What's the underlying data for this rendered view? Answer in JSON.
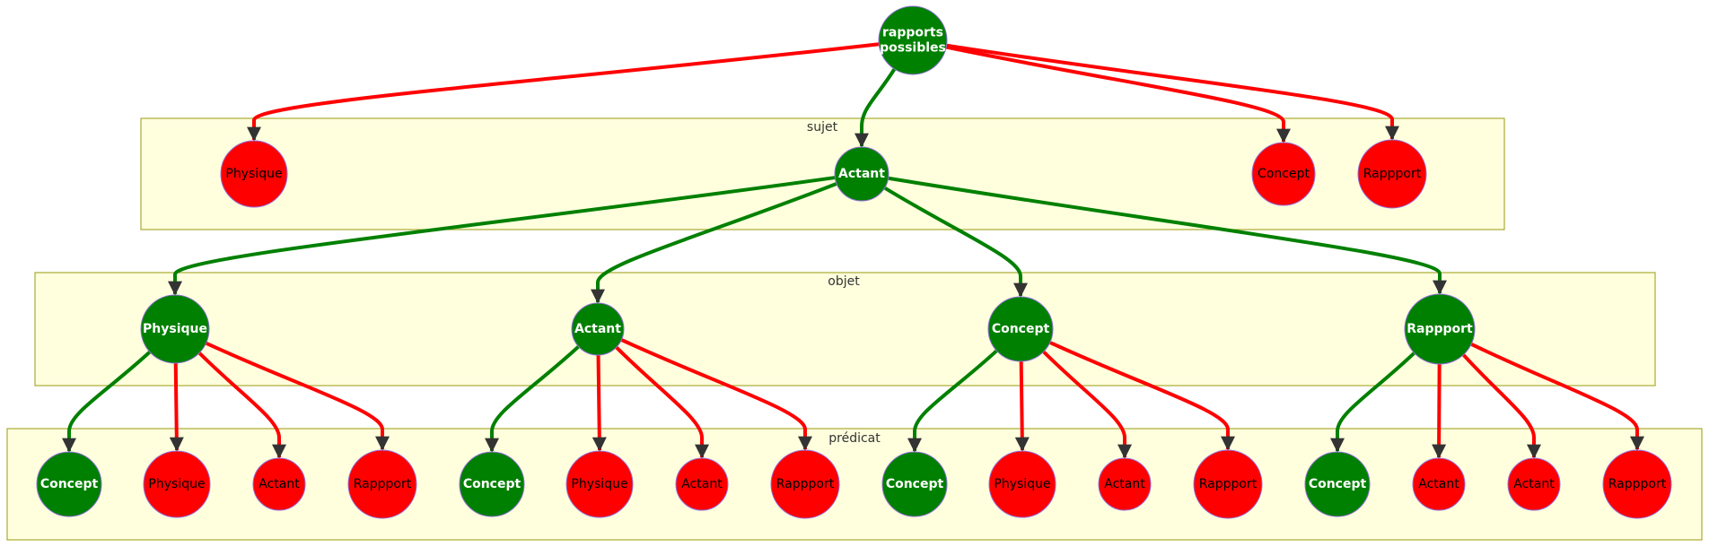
{
  "diagram": {
    "type": "flowchart-tree",
    "colors": {
      "valid": "#008000",
      "invalid": "#ff0000",
      "cluster_fill": "#ffffde",
      "cluster_border": "#aaaa33",
      "arrowhead": "#333333",
      "node_border": "#9370DB",
      "valid_text": "#ffffff",
      "invalid_text": "#000000"
    },
    "clusters": [
      {
        "id": "sujet",
        "label": "sujet"
      },
      {
        "id": "objet",
        "label": "objet"
      },
      {
        "id": "predicat",
        "label": "prédicat"
      }
    ],
    "nodes": [
      {
        "id": "root",
        "label_lines": [
          "rapports",
          "possibles"
        ],
        "status": "valid",
        "cluster": null
      },
      {
        "id": "s_physique",
        "label_lines": [
          "Physique"
        ],
        "status": "invalid",
        "cluster": "sujet"
      },
      {
        "id": "s_actant",
        "label_lines": [
          "Actant"
        ],
        "status": "valid",
        "cluster": "sujet"
      },
      {
        "id": "s_concept",
        "label_lines": [
          "Concept"
        ],
        "status": "invalid",
        "cluster": "sujet"
      },
      {
        "id": "s_rappport",
        "label_lines": [
          "Rappport"
        ],
        "status": "invalid",
        "cluster": "sujet"
      },
      {
        "id": "o_physique",
        "label_lines": [
          "Physique"
        ],
        "status": "valid",
        "cluster": "objet"
      },
      {
        "id": "o_actant",
        "label_lines": [
          "Actant"
        ],
        "status": "valid",
        "cluster": "objet"
      },
      {
        "id": "o_concept",
        "label_lines": [
          "Concept"
        ],
        "status": "valid",
        "cluster": "objet"
      },
      {
        "id": "o_rappport",
        "label_lines": [
          "Rappport"
        ],
        "status": "valid",
        "cluster": "objet"
      },
      {
        "id": "p1_concept",
        "label_lines": [
          "Concept"
        ],
        "status": "valid",
        "cluster": "predicat"
      },
      {
        "id": "p1_physique",
        "label_lines": [
          "Physique"
        ],
        "status": "invalid",
        "cluster": "predicat"
      },
      {
        "id": "p1_actant",
        "label_lines": [
          "Actant"
        ],
        "status": "invalid",
        "cluster": "predicat"
      },
      {
        "id": "p1_rappport",
        "label_lines": [
          "Rappport"
        ],
        "status": "invalid",
        "cluster": "predicat"
      },
      {
        "id": "p2_concept",
        "label_lines": [
          "Concept"
        ],
        "status": "valid",
        "cluster": "predicat"
      },
      {
        "id": "p2_physique",
        "label_lines": [
          "Physique"
        ],
        "status": "invalid",
        "cluster": "predicat"
      },
      {
        "id": "p2_actant",
        "label_lines": [
          "Actant"
        ],
        "status": "invalid",
        "cluster": "predicat"
      },
      {
        "id": "p2_rappport",
        "label_lines": [
          "Rappport"
        ],
        "status": "invalid",
        "cluster": "predicat"
      },
      {
        "id": "p3_concept",
        "label_lines": [
          "Concept"
        ],
        "status": "valid",
        "cluster": "predicat"
      },
      {
        "id": "p3_physique",
        "label_lines": [
          "Physique"
        ],
        "status": "invalid",
        "cluster": "predicat"
      },
      {
        "id": "p3_actant",
        "label_lines": [
          "Actant"
        ],
        "status": "invalid",
        "cluster": "predicat"
      },
      {
        "id": "p3_rappport",
        "label_lines": [
          "Rappport"
        ],
        "status": "invalid",
        "cluster": "predicat"
      },
      {
        "id": "p4_concept",
        "label_lines": [
          "Concept"
        ],
        "status": "valid",
        "cluster": "predicat"
      },
      {
        "id": "p4_actant_a",
        "label_lines": [
          "Actant"
        ],
        "status": "invalid",
        "cluster": "predicat"
      },
      {
        "id": "p4_actant_b",
        "label_lines": [
          "Actant"
        ],
        "status": "invalid",
        "cluster": "predicat"
      },
      {
        "id": "p4_rappport",
        "label_lines": [
          "Rappport"
        ],
        "status": "invalid",
        "cluster": "predicat"
      }
    ],
    "edges": [
      {
        "from": "root",
        "to": "s_physique",
        "status": "invalid"
      },
      {
        "from": "root",
        "to": "s_actant",
        "status": "valid"
      },
      {
        "from": "root",
        "to": "s_concept",
        "status": "invalid"
      },
      {
        "from": "root",
        "to": "s_rappport",
        "status": "invalid"
      },
      {
        "from": "s_actant",
        "to": "o_physique",
        "status": "valid"
      },
      {
        "from": "s_actant",
        "to": "o_actant",
        "status": "valid"
      },
      {
        "from": "s_actant",
        "to": "o_concept",
        "status": "valid"
      },
      {
        "from": "s_actant",
        "to": "o_rappport",
        "status": "valid"
      },
      {
        "from": "o_physique",
        "to": "p1_concept",
        "status": "valid"
      },
      {
        "from": "o_physique",
        "to": "p1_physique",
        "status": "invalid"
      },
      {
        "from": "o_physique",
        "to": "p1_actant",
        "status": "invalid"
      },
      {
        "from": "o_physique",
        "to": "p1_rappport",
        "status": "invalid"
      },
      {
        "from": "o_actant",
        "to": "p2_concept",
        "status": "valid"
      },
      {
        "from": "o_actant",
        "to": "p2_physique",
        "status": "invalid"
      },
      {
        "from": "o_actant",
        "to": "p2_actant",
        "status": "invalid"
      },
      {
        "from": "o_actant",
        "to": "p2_rappport",
        "status": "invalid"
      },
      {
        "from": "o_concept",
        "to": "p3_concept",
        "status": "valid"
      },
      {
        "from": "o_concept",
        "to": "p3_physique",
        "status": "invalid"
      },
      {
        "from": "o_concept",
        "to": "p3_actant",
        "status": "invalid"
      },
      {
        "from": "o_concept",
        "to": "p3_rappport",
        "status": "invalid"
      },
      {
        "from": "o_rappport",
        "to": "p4_concept",
        "status": "valid"
      },
      {
        "from": "o_rappport",
        "to": "p4_actant_a",
        "status": "invalid"
      },
      {
        "from": "o_rappport",
        "to": "p4_actant_b",
        "status": "invalid"
      },
      {
        "from": "o_rappport",
        "to": "p4_rappport",
        "status": "invalid"
      }
    ]
  }
}
